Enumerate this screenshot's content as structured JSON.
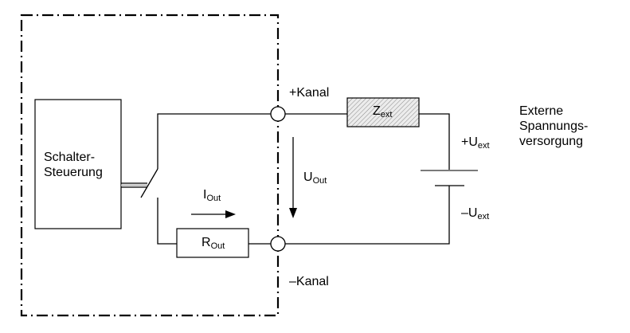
{
  "diagram": {
    "title": "",
    "module_boundary": {
      "style": "dash-dot"
    },
    "control_block": {
      "line1": "Schalter-",
      "line2": "Steuerung"
    },
    "terminals": {
      "plus_channel": "+Kanal",
      "minus_channel": "–Kanal"
    },
    "components": {
      "z_ext": {
        "main": "Z",
        "sub": "ext"
      },
      "r_out": {
        "main": "R",
        "sub": "Out"
      }
    },
    "signals": {
      "i_out": {
        "main": "I",
        "sub": "Out"
      },
      "u_out": {
        "main": "U",
        "sub": "Out"
      },
      "u_ext_plus": {
        "main": "+U",
        "sub": "ext"
      },
      "u_ext_minus": {
        "main": "–U",
        "sub": "ext"
      }
    },
    "external_supply": {
      "line1": "Externe",
      "line2": "Spannungs-",
      "line3": "versorgung"
    },
    "colors": {
      "line": "#000000",
      "hatch": "#8a8a8a",
      "hatch_bg": "#e6e6e6",
      "battery_plate": "#7a7a7a"
    }
  }
}
